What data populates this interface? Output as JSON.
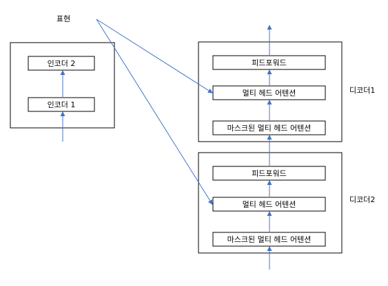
{
  "representation_label": "표현",
  "encoder": {
    "layers": [
      "인코더 1",
      "인코더 2"
    ]
  },
  "decoders": [
    {
      "label": "디코더1",
      "sublayers": [
        "마스크된 멀티 헤드 어텐션",
        "멀티 헤드 어텐션",
        "피드포워드"
      ]
    },
    {
      "label": "디코더2",
      "sublayers": [
        "마스크된 멀티 헤드 어텐션",
        "멀티 헤드 어텐션",
        "피드포워드"
      ]
    }
  ],
  "colors": {
    "arrow": "#4472c4",
    "stroke": "#000000",
    "background": "#ffffff"
  }
}
